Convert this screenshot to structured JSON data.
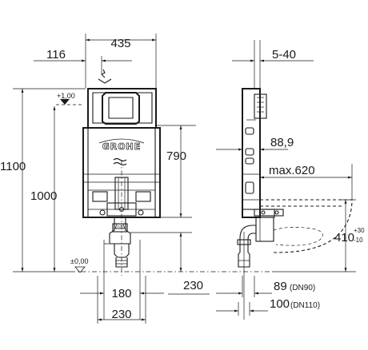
{
  "brand": "GROHE",
  "front_view": {
    "width_top": "435",
    "offset_left": "116",
    "height_total": "1100",
    "height_1000": "1000",
    "height_790": "790",
    "level_top": "+1,00",
    "level_zero": "±0,00",
    "bottom_180": "180",
    "bottom_230": "230",
    "right_230": "230"
  },
  "side_view": {
    "depth_top": "5-40",
    "dim_889": "88,9",
    "max_620": "max.620",
    "dim_410": "410",
    "tol_plus": "+30",
    "tol_minus": "-10",
    "dim_89": "89",
    "dim_89_note": "(DN90)",
    "dim_100": "100",
    "dim_100_note": "(DN110)"
  }
}
